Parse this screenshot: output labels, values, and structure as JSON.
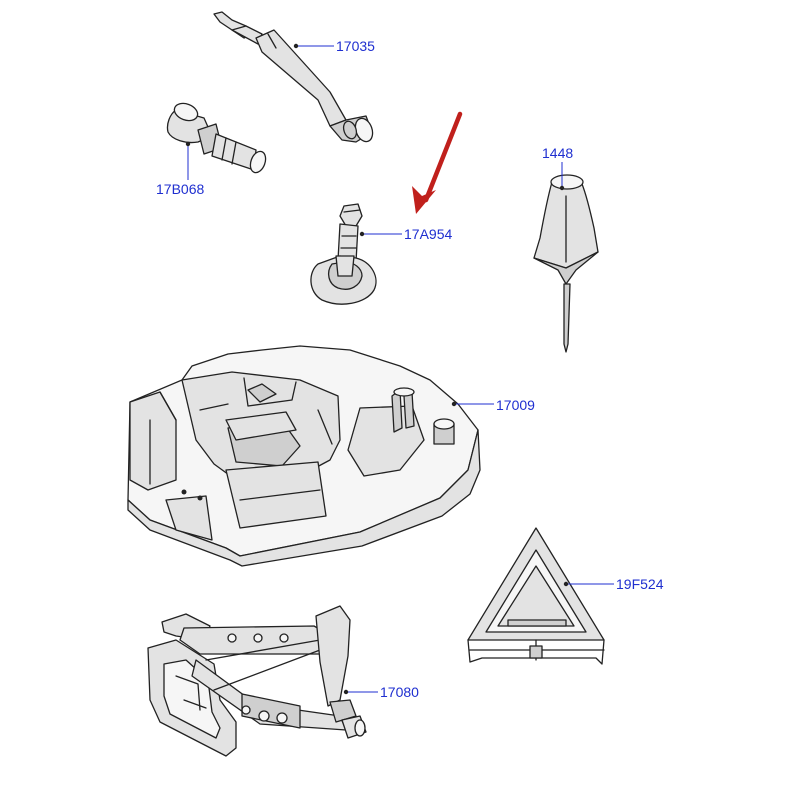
{
  "parts": [
    {
      "id": "wheel-brace",
      "label": "17035"
    },
    {
      "id": "socket-adapter",
      "label": "17B068"
    },
    {
      "id": "towing-eye",
      "label": "17A954"
    },
    {
      "id": "valve-tool",
      "label": "1448"
    },
    {
      "id": "spare-wheel-tray",
      "label": "17009"
    },
    {
      "id": "warning-triangle",
      "label": "19F524"
    },
    {
      "id": "jack",
      "label": "17080"
    }
  ],
  "highlight_arrow": {
    "target": "towing-eye",
    "color": "#c0201c"
  },
  "colors": {
    "label": "#1f2fd0",
    "line": "#222222",
    "fill": "#e3e3e3"
  }
}
